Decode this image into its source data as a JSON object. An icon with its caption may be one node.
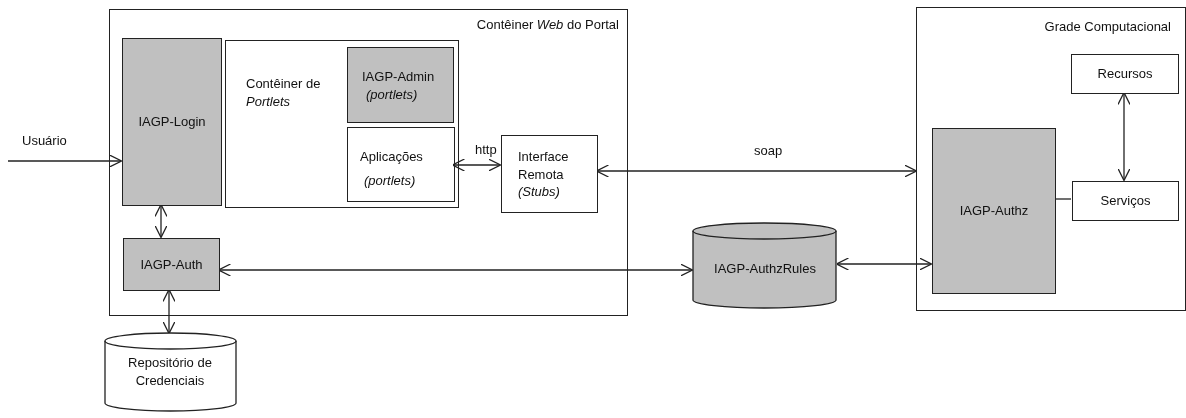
{
  "diagram": {
    "nodes": [
      {
        "text": [
          "Contêiner *Web* do Portal"
        ]
      },
      {
        "text": [
          "IAGP-Login"
        ],
        "in": 0
      },
      {
        "text": [
          "Contêiner de *Portlets*"
        ],
        "in": 0
      },
      {
        "text": [
          "IAGP-Admin",
          "(portlets)"
        ],
        "in": 2
      },
      {
        "text": [
          "Aplicações",
          "(portlets)"
        ],
        "in": 2
      },
      {
        "text": [
          "Interface Remota *(Stubs)*"
        ],
        "in": 0
      },
      {
        "text": [
          "IAGP-Auth"
        ],
        "in": 0
      },
      {
        "text": [
          "Repositório de Credenciais"
        ]
      },
      {
        "text": [
          "IAGP-AuthzRules"
        ]
      },
      {
        "text": [
          "Grade Computacional"
        ]
      },
      {
        "text": [
          "IAGP-Authz"
        ],
        "in": 9
      },
      {
        "text": [
          "Recursos"
        ],
        "in": 9
      },
      {
        "text": [
          "Serviços"
        ],
        "in": 9
      }
    ],
    "edges": [
      {
        "from": null,
        "to": 1,
        "arrow": "to",
        "label": "Usuário"
      },
      {
        "from": 1,
        "to": 6,
        "arrow": "both"
      },
      {
        "from": 6,
        "to": 7,
        "arrow": "both"
      },
      {
        "from": 4,
        "to": 5,
        "arrow": "both",
        "label": "http"
      },
      {
        "from": 5,
        "to": 9,
        "arrow": "both",
        "label": "soap"
      },
      {
        "from": 6,
        "to": 8,
        "arrow": "both"
      },
      {
        "from": 8,
        "to": 10,
        "arrow": "both"
      },
      {
        "from": 11,
        "to": 12,
        "arrow": "both"
      },
      {
        "from": 10,
        "to": 12,
        "arrow": "none"
      }
    ]
  }
}
